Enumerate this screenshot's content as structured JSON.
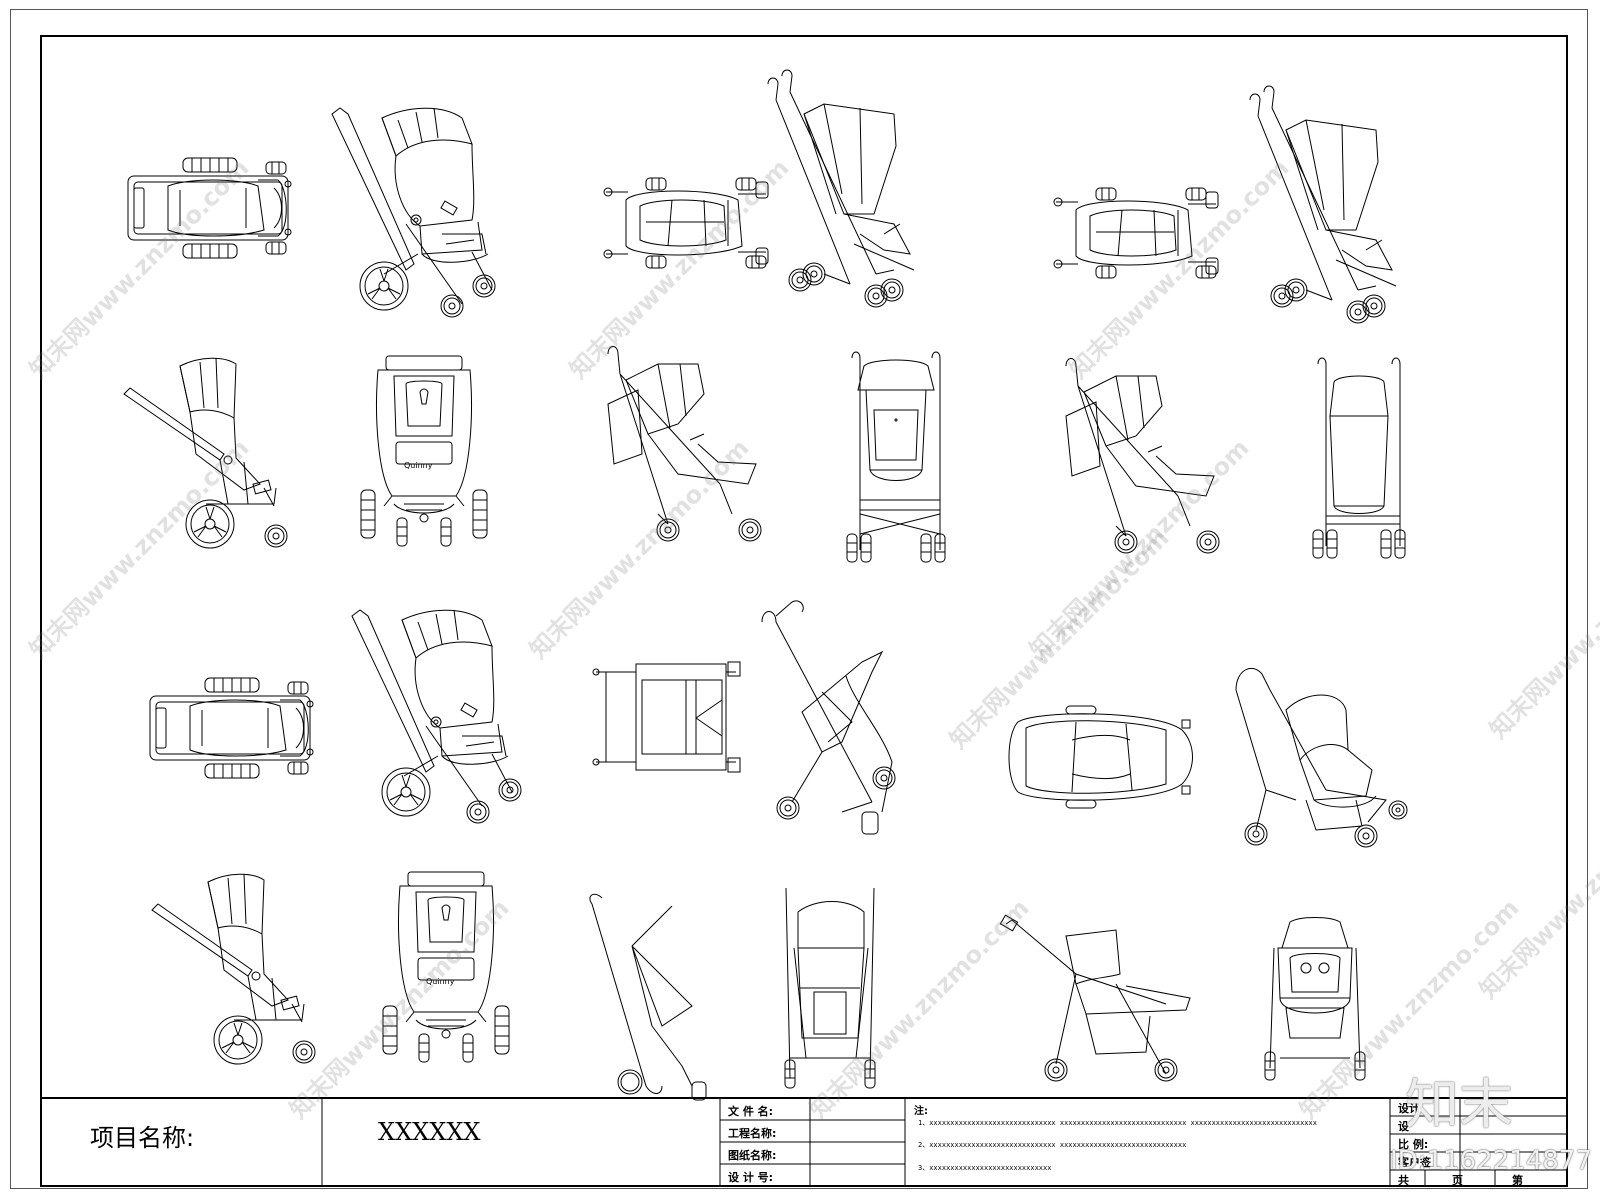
{
  "title_block": {
    "project_label": "项目名称:",
    "project_value": "XXXXXX",
    "fields": [
      "文 件 名:",
      "工程名称:",
      "图纸名称:",
      "设 计 号:"
    ],
    "notes_label": "注:",
    "notes": [
      "1、xxxxxxxxxxxxxxxxxxxxxxxxxxxxxx    xxxxxxxxxxxxxxxxxxxxxxxxxxxxxx    xxxxxxxxxxxxxxxxxxxxxxxxxxxxxx",
      "2、xxxxxxxxxxxxxxxxxxxxxxxxxxxxxx    xxxxxxxxxxxxxxxxxxxxxxxxxxxxxx",
      "3、xxxxxxxxxxxxxxxxxxxxxxxxxxxxx"
    ],
    "right_fields": [
      "设计",
      "设",
      "比  例:",
      "客户签",
      "共",
      "页",
      "第"
    ]
  },
  "watermark": {
    "text": "知末网www.znzmo.com",
    "logo": "知末",
    "id": "ID:1162214877"
  }
}
